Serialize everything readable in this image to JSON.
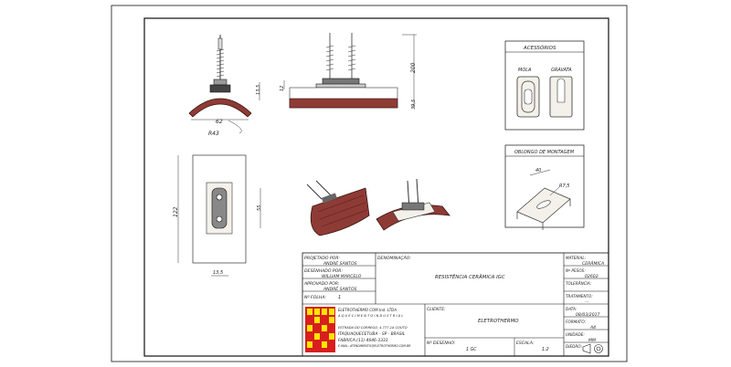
{
  "drawing_title": "RESISTÊNCIA CERÂMICA IGC",
  "dimensions": {
    "d_62": "62",
    "d_r43": "R43",
    "d_13_5_top": "13,5",
    "d_12": "12",
    "d_200": "200",
    "d_39_5": "39,5",
    "d_122": "122",
    "d_55": "55",
    "d_13_5_bottom": "13,5",
    "d_40": "40",
    "d_r7_5": "R7,5"
  },
  "accessories": {
    "title": "ACESSÓRIOS",
    "mola": "MOLA",
    "gravata": "GRAVATA"
  },
  "oblong": {
    "title": "OBLONGO DE MONTAGEM"
  },
  "title_block": {
    "projetado_label": "PROJETADO POR:",
    "projetado_value": "ANDRÉ SANTOS",
    "desenhado_label": "DESENHADO POR:",
    "desenhado_value": "WILLIAM MARCELO",
    "aprovado_label": "APROVADO POR:",
    "aprovado_value": "ANDRÉ SANTOS",
    "folha_label": "Nº FOLHA:",
    "folha_value": "1",
    "denominacao_label": "DENOMINAÇÃO:",
    "denominacao_value": "RESISTÊNCIA CERÂMICA IGC",
    "material_label": "MATERIAL:",
    "material_value": "CERÂMICA",
    "pesos_label": "Nº PESOS:",
    "pesos_value": "02602",
    "tolerancia_label": "TOLERÂNCIA:",
    "tolerancia_value": "",
    "tratamento_label": "TRATAMENTO:",
    "tratamento_value": "---",
    "data_label": "DATA:",
    "data_value": "08/03/2017",
    "formato_label": "FORMATO:",
    "formato_value": "A4",
    "unidade_label": "UNIDADE:",
    "unidade_value": "MM",
    "diedro_label": "DIEDRO:",
    "cliente_label": "CLIENTE:",
    "cliente_value": "ELETROTHERMO",
    "desenho_label": "Nº DESENHO:",
    "desenho_value": "1 GC",
    "escala_label": "ESCALA:",
    "escala_value": "1:2"
  },
  "company": {
    "name": "ELETROTHERMO COM.Ind. LTDA",
    "tagline": "A Q U E C I M E N T O   I N D U S T R I A L",
    "address": "ESTRADA DO CORREGO, 4.777-1A COUTO",
    "city": "ITAQUAQUECETUBA - SP - BRASIL",
    "phone": "FABRICA:(11) 4646-3333",
    "email": "E-MAIL: ATENDIMENTO@ELETROTHERMO.COM.BR"
  },
  "colors": {
    "ceramic": "#8e3b35",
    "ceramic_dark": "#5c1f1c",
    "logo_red": "#d81e1e",
    "logo_yellow": "#ffe600"
  }
}
